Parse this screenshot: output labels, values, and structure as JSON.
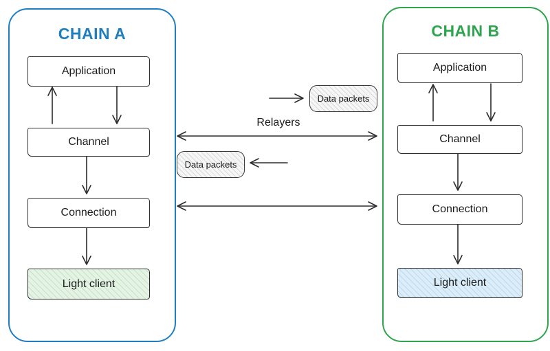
{
  "chain_a": {
    "title": "CHAIN A",
    "boxes": {
      "application": "Application",
      "channel": "Channel",
      "connection": "Connection",
      "light_client": "Light client"
    }
  },
  "chain_b": {
    "title": "CHAIN B",
    "boxes": {
      "application": "Application",
      "channel": "Channel",
      "connection": "Connection",
      "light_client": "Light client"
    }
  },
  "middle": {
    "relayers_label": "Relayers",
    "data_packets_top_label": "Data packets",
    "data_packets_bottom_label": "Data packets"
  },
  "colors": {
    "chain_a_accent": "#1f7ec2",
    "chain_b_accent": "#2ea44f",
    "light_client_a_bg": "#e4f3e4",
    "light_client_b_bg": "#dbedf8",
    "arrow": "#2b2b2b"
  }
}
